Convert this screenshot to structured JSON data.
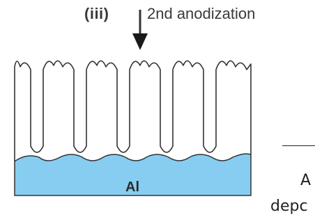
{
  "diagram": {
    "step_label": "(iii)",
    "process_label": "2nd anodization",
    "substrate_label": "Al",
    "colors": {
      "substrate_fill": "#87cdf2",
      "outline": "#333333",
      "text": "#3a3a3a"
    }
  },
  "cropped_text": {
    "fragment_1": "A",
    "fragment_2": "depc"
  }
}
